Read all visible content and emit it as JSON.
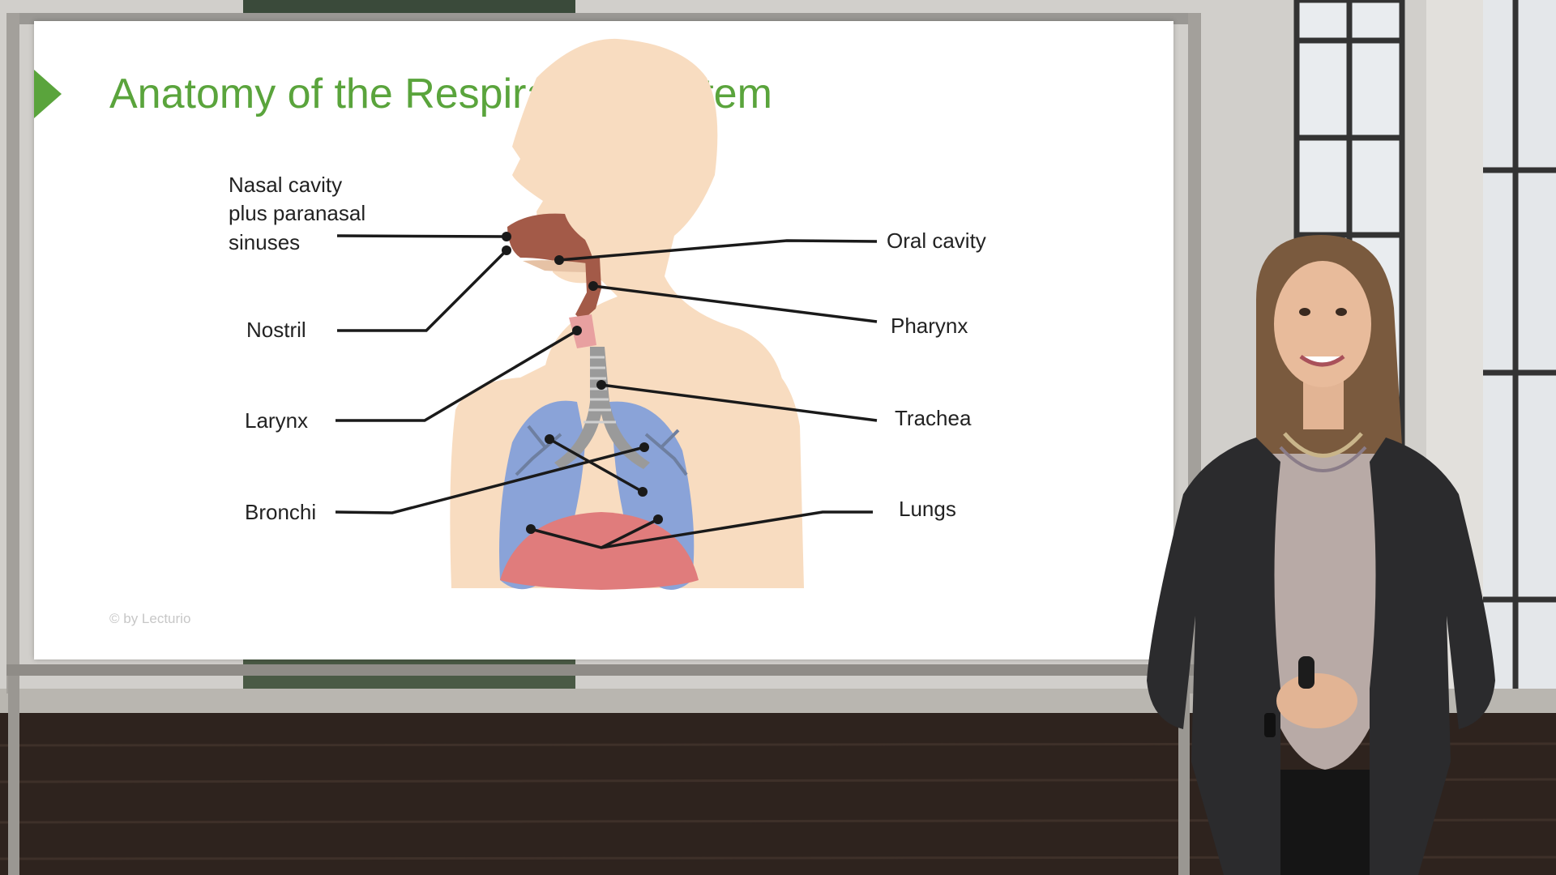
{
  "slide": {
    "title": "Anatomy of the Respiratory System",
    "copyright": "© by Lecturio",
    "accent_color": "#5aa43c"
  },
  "diagram": {
    "labels": {
      "nasal_line1": "Nasal cavity",
      "nasal_line2": "plus paranasal",
      "nasal_line3": "sinuses",
      "nostril": "Nostril",
      "larynx": "Larynx",
      "bronchi": "Bronchi",
      "oral_cavity": "Oral cavity",
      "pharynx": "Pharynx",
      "trachea": "Trachea",
      "lungs": "Lungs"
    },
    "colors": {
      "body": "#f8dcc0",
      "nasal": "#a35a48",
      "lungs": "#8aa3d8",
      "diaphragm": "#e07c7c",
      "trachea": "#9a9a9a",
      "leader_line": "#1a1a1a"
    }
  }
}
